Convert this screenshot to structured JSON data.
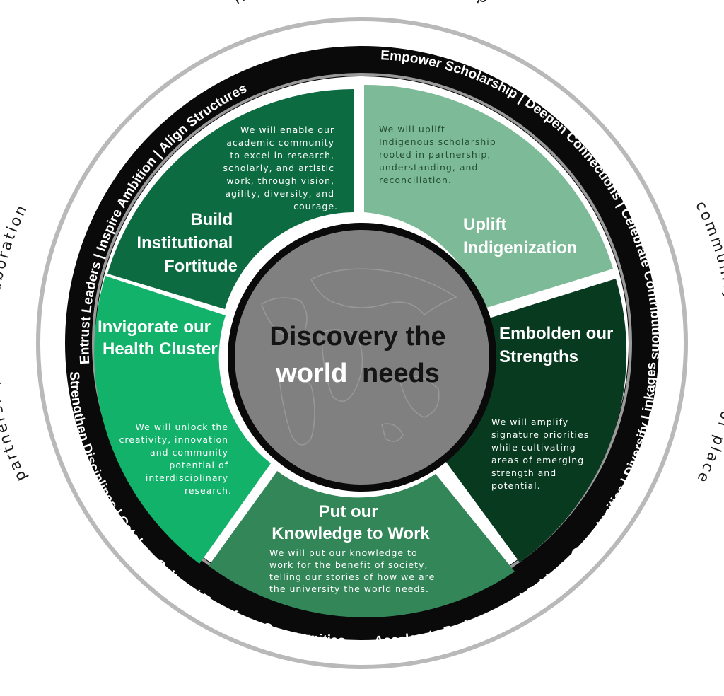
{
  "outer_ring": {
    "top": "interdisciplinary leadership",
    "left": "partnership and collaboration",
    "right": "community and sense of place"
  },
  "ring_arcs": {
    "top_left": "Entrust Leaders | Inspire Ambition | Align Structures",
    "top_right": "Empower Scholarship | Deepen Connections | Celebrate Contributions",
    "bottom_right": "Accelerate Performance | Cultivate Opportunities | Diversify Linkages",
    "bottom_left": "Strengthen Disciplines | Catalyze Culture | Transform Communities"
  },
  "segments": {
    "build": {
      "color": "#0d6b41",
      "title": [
        "Build",
        "Institutional",
        "Fortitude"
      ],
      "body": [
        "We will enable our",
        "academic community",
        "to excel in research,",
        "scholarly, and artistic",
        "work, through vision,",
        "agility, diversity, and",
        "courage."
      ]
    },
    "uplift": {
      "color": "#7dbb98",
      "title": [
        "Uplift",
        "Indigenization"
      ],
      "body": [
        "We will uplift",
        "Indigenous scholarship",
        "rooted in partnership,",
        "understanding, and",
        "reconciliation."
      ]
    },
    "embolden": {
      "color": "#083a20",
      "title": [
        "Embolden our",
        "Strengths"
      ],
      "body": [
        "We will amplify",
        "signature priorities",
        "while cultivating",
        "areas of emerging",
        "strength and",
        "potential."
      ]
    },
    "knowledge": {
      "color": "#338658",
      "title": [
        "Put our",
        "Knowledge to Work"
      ],
      "body": [
        "We will put our knowledge to",
        "work for the benefit of society,",
        "telling our stories of how we are",
        "the university the world needs."
      ]
    },
    "health": {
      "color": "#12b26b",
      "title": [
        "Invigorate our",
        "Health Cluster"
      ],
      "body": [
        "We will unlock the",
        "creativity, innovation",
        "and community",
        "potential of",
        "interdisciplinary",
        "research."
      ]
    }
  },
  "center": {
    "line1": "Discovery the",
    "line2_a": "world",
    "line2_b": "needs",
    "fill": "#808080"
  }
}
